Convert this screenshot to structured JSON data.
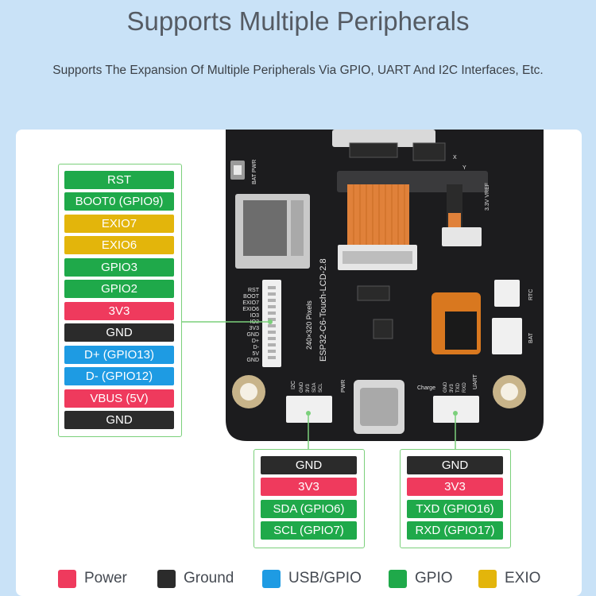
{
  "header": {
    "title": "Supports Multiple Peripherals",
    "subtitle": "Supports The Expansion Of Multiple Peripherals Via GPIO, UART And I2C Interfaces, Etc."
  },
  "colors": {
    "power": "#ef3a5d",
    "ground": "#2b2b2b",
    "usb_gpio": "#1e9be3",
    "gpio": "#1fa94a",
    "exio": "#e3b50b",
    "connector_line": "#7bd07b"
  },
  "left_header": {
    "pins": [
      {
        "label": "RST",
        "type": "gpio"
      },
      {
        "label": "BOOT0 (GPIO9)",
        "type": "gpio"
      },
      {
        "label": "EXIO7",
        "type": "exio"
      },
      {
        "label": "EXIO6",
        "type": "exio"
      },
      {
        "label": "GPIO3",
        "type": "gpio"
      },
      {
        "label": "GPIO2",
        "type": "gpio"
      },
      {
        "label": "3V3",
        "type": "power"
      },
      {
        "label": "GND",
        "type": "ground"
      },
      {
        "label": "D+ (GPIO13)",
        "type": "usb"
      },
      {
        "label": "D- (GPIO12)",
        "type": "usb"
      },
      {
        "label": "VBUS (5V)",
        "type": "power"
      },
      {
        "label": "GND",
        "type": "ground"
      }
    ]
  },
  "i2c_header": {
    "pins": [
      {
        "label": "GND",
        "type": "ground"
      },
      {
        "label": "3V3",
        "type": "power"
      },
      {
        "label": "SDA (GPIO6)",
        "type": "gpio"
      },
      {
        "label": "SCL (GPIO7)",
        "type": "gpio"
      }
    ]
  },
  "uart_header": {
    "pins": [
      {
        "label": "GND",
        "type": "ground"
      },
      {
        "label": "3V3",
        "type": "power"
      },
      {
        "label": "TXD (GPIO16)",
        "type": "gpio"
      },
      {
        "label": "RXD (GPIO17)",
        "type": "gpio"
      }
    ]
  },
  "board": {
    "model_label": "ESP32-C6-Touch-LCD-2.8",
    "resolution_label": "240×320 Pixels",
    "bat_pwr_label": "BAT PWR",
    "vref_label": "3.3V VREF",
    "rtc_label": "RTC",
    "bat_label": "BAT",
    "i2c_label": "I2C",
    "uart_label": "UART",
    "pwr_label": "PWR",
    "charge_label": "Charge",
    "header_silk": [
      "RST",
      "BOOT",
      "EXIO7",
      "EXIO6",
      "IO3",
      "IO2",
      "3V3",
      "GND",
      "D+",
      "D-",
      "5V",
      "GND"
    ],
    "i2c_silk": [
      "GND",
      "3V3",
      "SDA",
      "SCL"
    ],
    "uart_silk": [
      "GND",
      "3V3",
      "TXD",
      "RXD"
    ],
    "axis_y": "Y",
    "axis_x": "X"
  },
  "legend": [
    {
      "label": "Power",
      "color": "#ef3a5d"
    },
    {
      "label": "Ground",
      "color": "#2b2b2b"
    },
    {
      "label": "USB/GPIO",
      "color": "#1e9be3"
    },
    {
      "label": "GPIO",
      "color": "#1fa94a"
    },
    {
      "label": "EXIO",
      "color": "#e3b50b"
    }
  ]
}
